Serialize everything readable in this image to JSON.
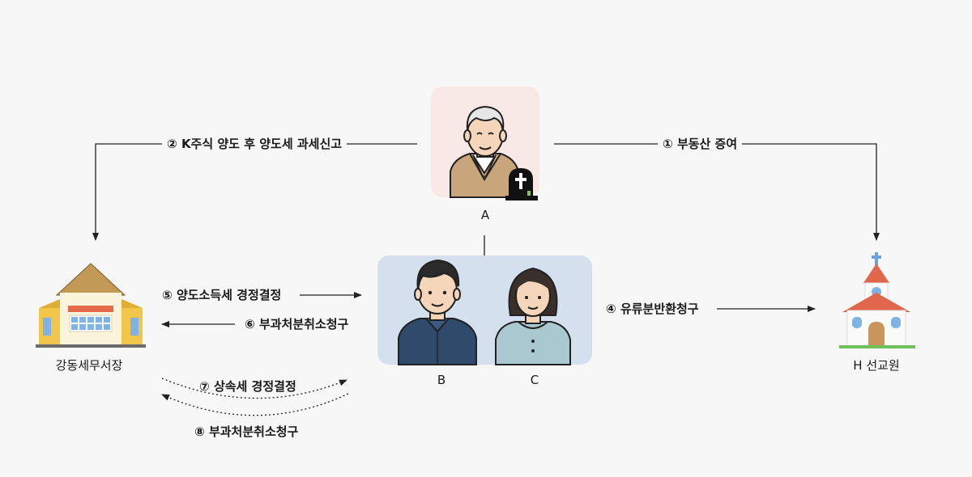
{
  "nodes": {
    "a": {
      "label": "A"
    },
    "b": {
      "label": "B"
    },
    "c": {
      "label": "C"
    },
    "tax_office": {
      "label": "강동세무서장"
    },
    "church": {
      "label": "H 선교원"
    }
  },
  "edges": {
    "e1": {
      "num": "①",
      "text": "부동산 증여"
    },
    "e2": {
      "num": "②",
      "text": "K주식 양도 후 양도세 과세신고"
    },
    "e4": {
      "num": "④",
      "text": "유류분반환청구"
    },
    "e5": {
      "num": "⑤",
      "text": "양도소득세 경정결정"
    },
    "e6": {
      "num": "⑥",
      "text": "부과처분취소청구"
    },
    "e7": {
      "num": "⑦",
      "text": "상속세 경정결정"
    },
    "e8": {
      "num": "⑧",
      "text": "부과처분취소청구"
    }
  },
  "colors": {
    "a_box": "#f8e9e6",
    "bc_box": "#d5e0ef",
    "line": "#222222"
  }
}
